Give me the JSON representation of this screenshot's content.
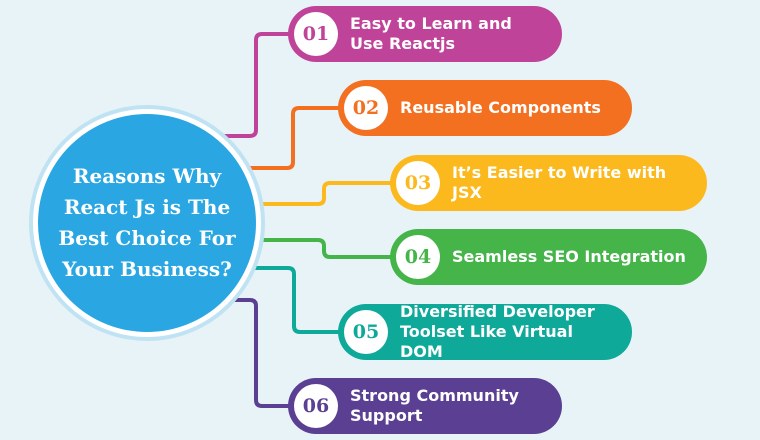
{
  "center": {
    "title": "Reasons Why React Js is The Best Choice For Your Business?",
    "color": "#2aa7e2"
  },
  "items": [
    {
      "number": "01",
      "label": "Easy to Learn and Use Reactjs",
      "color": "#c0439a"
    },
    {
      "number": "02",
      "label": "Reusable Components",
      "color": "#f37021"
    },
    {
      "number": "03",
      "label": "It’s Easier to Write with JSX",
      "color": "#fcb91d"
    },
    {
      "number": "04",
      "label": "Seamless SEO Integration",
      "color": "#45b449"
    },
    {
      "number": "05",
      "label": "Diversified Developer Toolset Like Virtual DOM",
      "color": "#0fa99a"
    },
    {
      "number": "06",
      "label": "Strong Community Support",
      "color": "#5a3f93"
    }
  ]
}
